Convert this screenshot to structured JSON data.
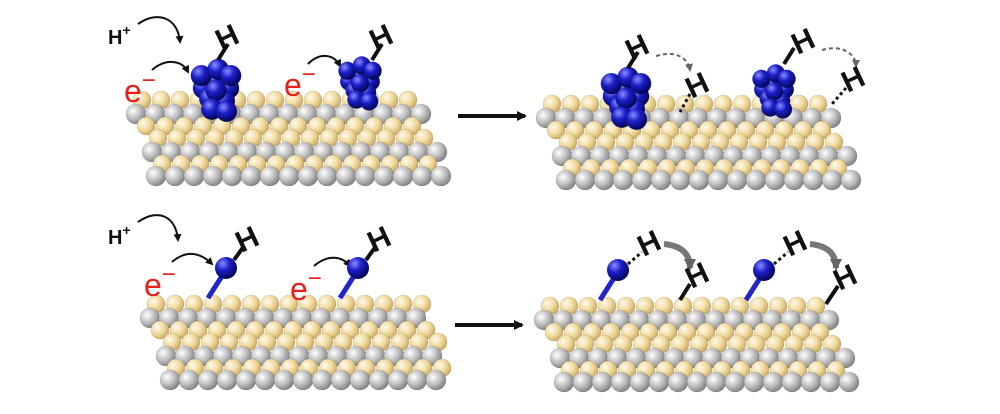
{
  "labels": {
    "proton": "H",
    "proton_charge": "+",
    "electron": "e",
    "electron_charge": "−",
    "hydrogen": "H"
  },
  "colors": {
    "sulfur": "#f0d99a",
    "metal": "#bdbdbd",
    "cluster": "#1b1fc8",
    "electron_text": "#e8201c",
    "arrow": "#111111",
    "transfer_arrow": "#777777"
  },
  "panels": {
    "top": {
      "site": "blue-cluster"
    },
    "bottom": {
      "site": "single-blue-atom"
    }
  }
}
